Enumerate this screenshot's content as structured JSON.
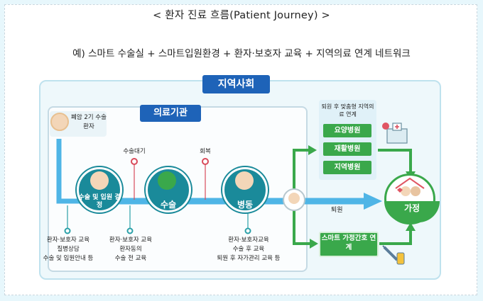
{
  "title": "< 환자 진료 흐름(Patient Journey) >",
  "subtitle": "예) 스마트 수술실 + 스마트입원환경 + 환자·보호자 교육 + 지역의료 연계 네트워크",
  "region_label": "지역사회",
  "institution_label": "의료기관",
  "patient_label": "폐암 2기 수술 환자",
  "steps": {
    "decision": "수술 및 입원 결정",
    "surgery": "수술",
    "ward": "병동",
    "home": "가정"
  },
  "markers": {
    "wait": "수술대기",
    "recovery": "회복"
  },
  "discharge_label": "퇴원",
  "notes": {
    "n1": [
      "환자·보호자 교육",
      "질병상담",
      "수술 및 입원안내 등"
    ],
    "n2": [
      "환자·보호자 교육",
      "환자동의",
      "수술 전 교육"
    ],
    "n3": [
      "환자·보호자교육",
      "수술 후 교육",
      "퇴원 후 자가관리 교육 등"
    ]
  },
  "network": {
    "header": "퇴원 후 맞춤형 지역의료 연계",
    "items": [
      "요양병원",
      "재활병원",
      "지역병원"
    ]
  },
  "smart_care": "스마트 가정간호 연계",
  "colors": {
    "primary_blue": "#1e63b8",
    "teal": "#1a8a9a",
    "green": "#3aa84b",
    "light_blue": "#4fb5e6"
  }
}
